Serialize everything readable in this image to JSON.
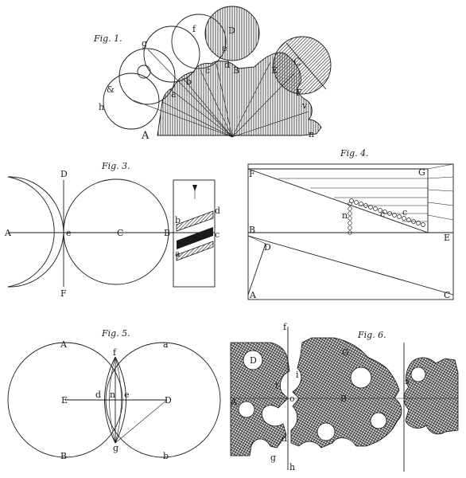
{
  "figures": {
    "fig1": {
      "caption": "Fig. 1.",
      "labels": [
        "D",
        "e",
        "d",
        "B",
        "f",
        "g",
        "C",
        "A",
        "E",
        "F",
        "a",
        "b",
        "c",
        "&",
        "h",
        "n",
        "v"
      ]
    },
    "fig3": {
      "caption": "Fig. 3.",
      "labels": [
        "D",
        "F",
        "A",
        "e",
        "C",
        "B",
        "b",
        "d",
        "c",
        "a"
      ]
    },
    "fig4": {
      "caption": "Fig. 4.",
      "labels": [
        "F",
        "G",
        "B",
        "E",
        "A",
        "C",
        "D",
        "n",
        "c",
        "c"
      ]
    },
    "fig5": {
      "caption": "Fig. 5.",
      "labels": [
        "A",
        "a",
        "B",
        "b",
        "E",
        "D",
        "d",
        "n",
        "e",
        "f",
        "g"
      ]
    },
    "fig6": {
      "caption": "Fig. 6.",
      "labels": [
        "f",
        "D",
        "G",
        "A",
        "t",
        "o",
        "B",
        "d",
        "g",
        "h",
        "s",
        "i"
      ]
    }
  }
}
